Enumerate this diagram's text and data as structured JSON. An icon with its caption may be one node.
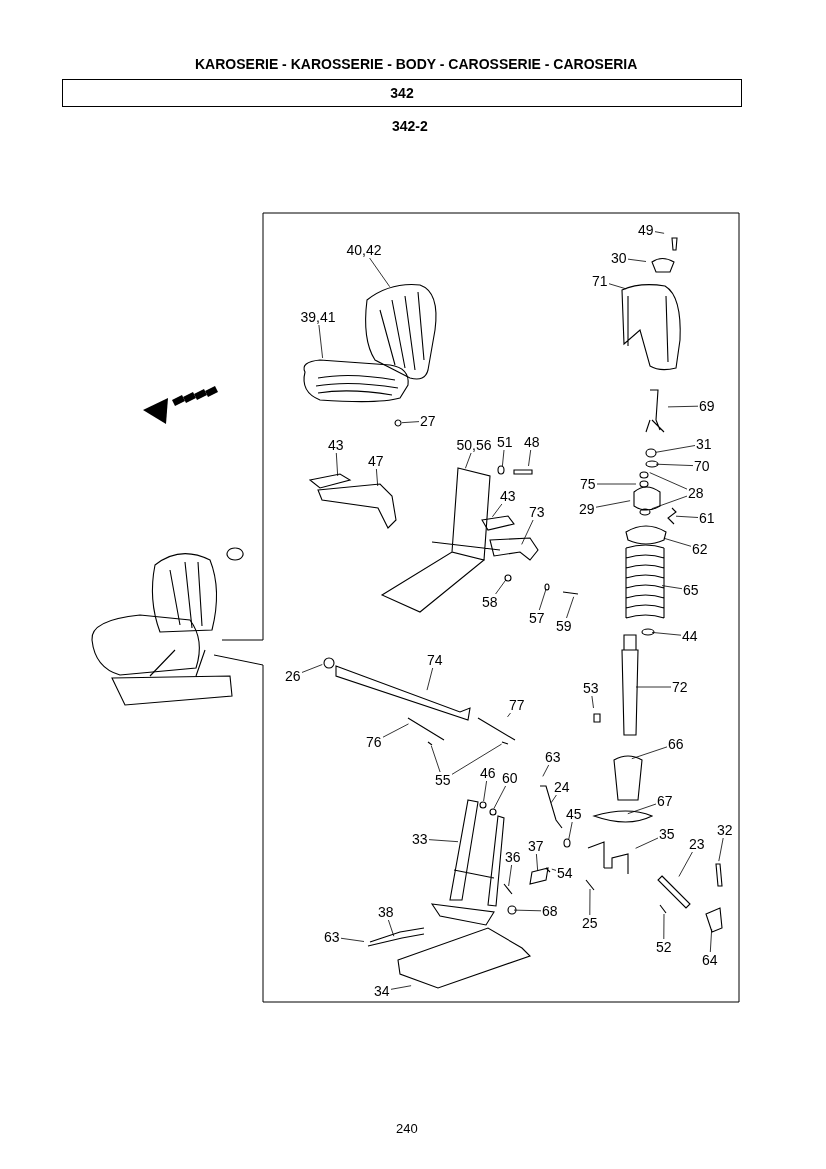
{
  "diagram": {
    "title": "KAROSERIE - KAROSSERIE - BODY - CAROSSERIE - CAROSERIA",
    "nodes": [
      {
        "text": [
          "342"
        ]
      },
      {
        "text": [
          "49"
        ]
      },
      {
        "text": [
          "30"
        ]
      },
      {
        "text": [
          "40,42"
        ]
      },
      {
        "text": [
          "71"
        ]
      },
      {
        "text": [
          "39,41"
        ]
      },
      {
        "text": [
          "69"
        ]
      },
      {
        "text": [
          "27"
        ]
      },
      {
        "text": [
          "31"
        ]
      },
      {
        "text": [
          "43"
        ]
      },
      {
        "text": [
          "50,56"
        ]
      },
      {
        "text": [
          "51"
        ]
      },
      {
        "text": [
          "48"
        ]
      },
      {
        "text": [
          "47"
        ]
      },
      {
        "text": [
          "70"
        ]
      },
      {
        "text": [
          "75"
        ]
      },
      {
        "text": [
          "28"
        ]
      },
      {
        "text": [
          "43"
        ]
      },
      {
        "text": [
          "29"
        ]
      },
      {
        "text": [
          "73"
        ]
      },
      {
        "text": [
          "61"
        ]
      },
      {
        "text": [
          "62"
        ]
      },
      {
        "text": [
          "65"
        ]
      },
      {
        "text": [
          "58"
        ]
      },
      {
        "text": [
          "57"
        ]
      },
      {
        "text": [
          "59"
        ]
      },
      {
        "text": [
          "44"
        ]
      },
      {
        "text": [
          "74"
        ]
      },
      {
        "text": [
          "26"
        ]
      },
      {
        "text": [
          "72"
        ]
      },
      {
        "text": [
          "53"
        ]
      },
      {
        "text": [
          "77"
        ]
      },
      {
        "text": [
          "76"
        ]
      },
      {
        "text": [
          "66"
        ]
      },
      {
        "text": [
          "63"
        ]
      },
      {
        "text": [
          "46"
        ]
      },
      {
        "text": [
          "60"
        ]
      },
      {
        "text": [
          "55"
        ]
      },
      {
        "text": [
          "24"
        ]
      },
      {
        "text": [
          "67"
        ]
      },
      {
        "text": [
          "45"
        ]
      },
      {
        "text": [
          "35"
        ]
      },
      {
        "text": [
          "33"
        ]
      },
      {
        "text": [
          "37"
        ]
      },
      {
        "text": [
          "23"
        ]
      },
      {
        "text": [
          "32"
        ]
      },
      {
        "text": [
          "36"
        ]
      },
      {
        "text": [
          "54"
        ]
      },
      {
        "text": [
          "68"
        ]
      },
      {
        "text": [
          "25"
        ]
      },
      {
        "text": [
          "38"
        ]
      },
      {
        "text": [
          "63"
        ]
      },
      {
        "text": [
          "52"
        ]
      },
      {
        "text": [
          "64"
        ]
      },
      {
        "text": [
          "34"
        ]
      }
    ],
    "edges": [
      {
        "from": 1,
        "to": null,
        "arrow": "none"
      },
      {
        "from": 2,
        "to": null,
        "arrow": "none"
      },
      {
        "from": 3,
        "to": null,
        "arrow": "none"
      },
      {
        "from": 4,
        "to": null,
        "arrow": "none"
      },
      {
        "from": 5,
        "to": null,
        "arrow": "none"
      },
      {
        "from": 6,
        "to": null,
        "arrow": "none"
      },
      {
        "from": 7,
        "to": null,
        "arrow": "none"
      },
      {
        "from": 8,
        "to": null,
        "arrow": "none"
      },
      {
        "from": 9,
        "to": null,
        "arrow": "none"
      },
      {
        "from": 10,
        "to": null,
        "arrow": "none"
      },
      {
        "from": 11,
        "to": null,
        "arrow": "none"
      },
      {
        "from": 12,
        "to": null,
        "arrow": "none"
      },
      {
        "from": 13,
        "to": null,
        "arrow": "none"
      },
      {
        "from": 14,
        "to": null,
        "arrow": "none"
      },
      {
        "from": 15,
        "to": null,
        "arrow": "none"
      },
      {
        "from": 16,
        "to": null,
        "arrow": "none"
      },
      {
        "from": 16,
        "to": null,
        "arrow": "none"
      },
      {
        "from": 17,
        "to": null,
        "arrow": "none"
      },
      {
        "from": 18,
        "to": null,
        "arrow": "none"
      },
      {
        "from": 19,
        "to": null,
        "arrow": "none"
      },
      {
        "from": 20,
        "to": null,
        "arrow": "none"
      },
      {
        "from": 21,
        "to": null,
        "arrow": "none"
      },
      {
        "from": 22,
        "to": null,
        "arrow": "none"
      },
      {
        "from": 23,
        "to": null,
        "arrow": "none"
      },
      {
        "from": 24,
        "to": null,
        "arrow": "none"
      },
      {
        "from": 25,
        "to": null,
        "arrow": "none"
      },
      {
        "from": 26,
        "to": null,
        "arrow": "none"
      },
      {
        "from": 27,
        "to": null,
        "arrow": "none"
      },
      {
        "from": 28,
        "to": null,
        "arrow": "none"
      },
      {
        "from": 29,
        "to": null,
        "arrow": "none"
      },
      {
        "from": 30,
        "to": null,
        "arrow": "none"
      },
      {
        "from": 31,
        "to": null,
        "arrow": "none"
      },
      {
        "from": 32,
        "to": null,
        "arrow": "none"
      },
      {
        "from": 33,
        "to": null,
        "arrow": "none"
      },
      {
        "from": 34,
        "to": null,
        "arrow": "none"
      },
      {
        "from": 35,
        "to": null,
        "arrow": "none"
      },
      {
        "from": 36,
        "to": null,
        "arrow": "none"
      },
      {
        "from": 37,
        "to": null,
        "arrow": "none"
      },
      {
        "from": 37,
        "to": null,
        "arrow": "none"
      },
      {
        "from": 38,
        "to": null,
        "arrow": "none"
      },
      {
        "from": 39,
        "to": null,
        "arrow": "none"
      },
      {
        "from": 40,
        "to": null,
        "arrow": "none"
      },
      {
        "from": 41,
        "to": null,
        "arrow": "none"
      },
      {
        "from": 42,
        "to": null,
        "arrow": "none"
      },
      {
        "from": 43,
        "to": null,
        "arrow": "none"
      },
      {
        "from": 44,
        "to": null,
        "arrow": "none"
      },
      {
        "from": 45,
        "to": null,
        "arrow": "none"
      },
      {
        "from": 46,
        "to": null,
        "arrow": "none"
      },
      {
        "from": 47,
        "to": null,
        "arrow": "none"
      },
      {
        "from": 48,
        "to": null,
        "arrow": "none"
      },
      {
        "from": 49,
        "to": null,
        "arrow": "none"
      },
      {
        "from": 50,
        "to": null,
        "arrow": "none"
      },
      {
        "from": 51,
        "to": null,
        "arrow": "none"
      },
      {
        "from": 52,
        "to": null,
        "arrow": "none"
      },
      {
        "from": 53,
        "to": null,
        "arrow": "none"
      },
      {
        "from": 54,
        "to": null,
        "arrow": "none"
      }
    ],
    "labels": [
      "342-2",
      "240"
    ]
  }
}
